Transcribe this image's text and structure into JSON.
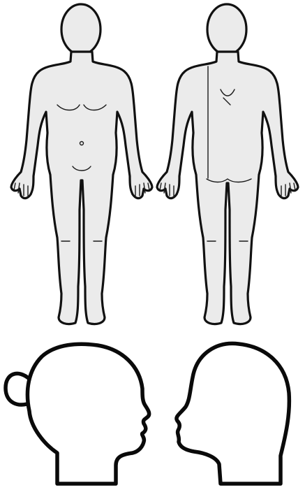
{
  "diagram": {
    "background_color": "#ffffff",
    "outline_color": "#111111",
    "body_fill_color": "#ebebeb",
    "figures": [
      {
        "id": "body-front",
        "view": "front"
      },
      {
        "id": "body-back",
        "view": "back"
      },
      {
        "id": "head-left-profile",
        "view": "left-profile"
      },
      {
        "id": "head-right-profile",
        "view": "right-profile"
      }
    ]
  }
}
